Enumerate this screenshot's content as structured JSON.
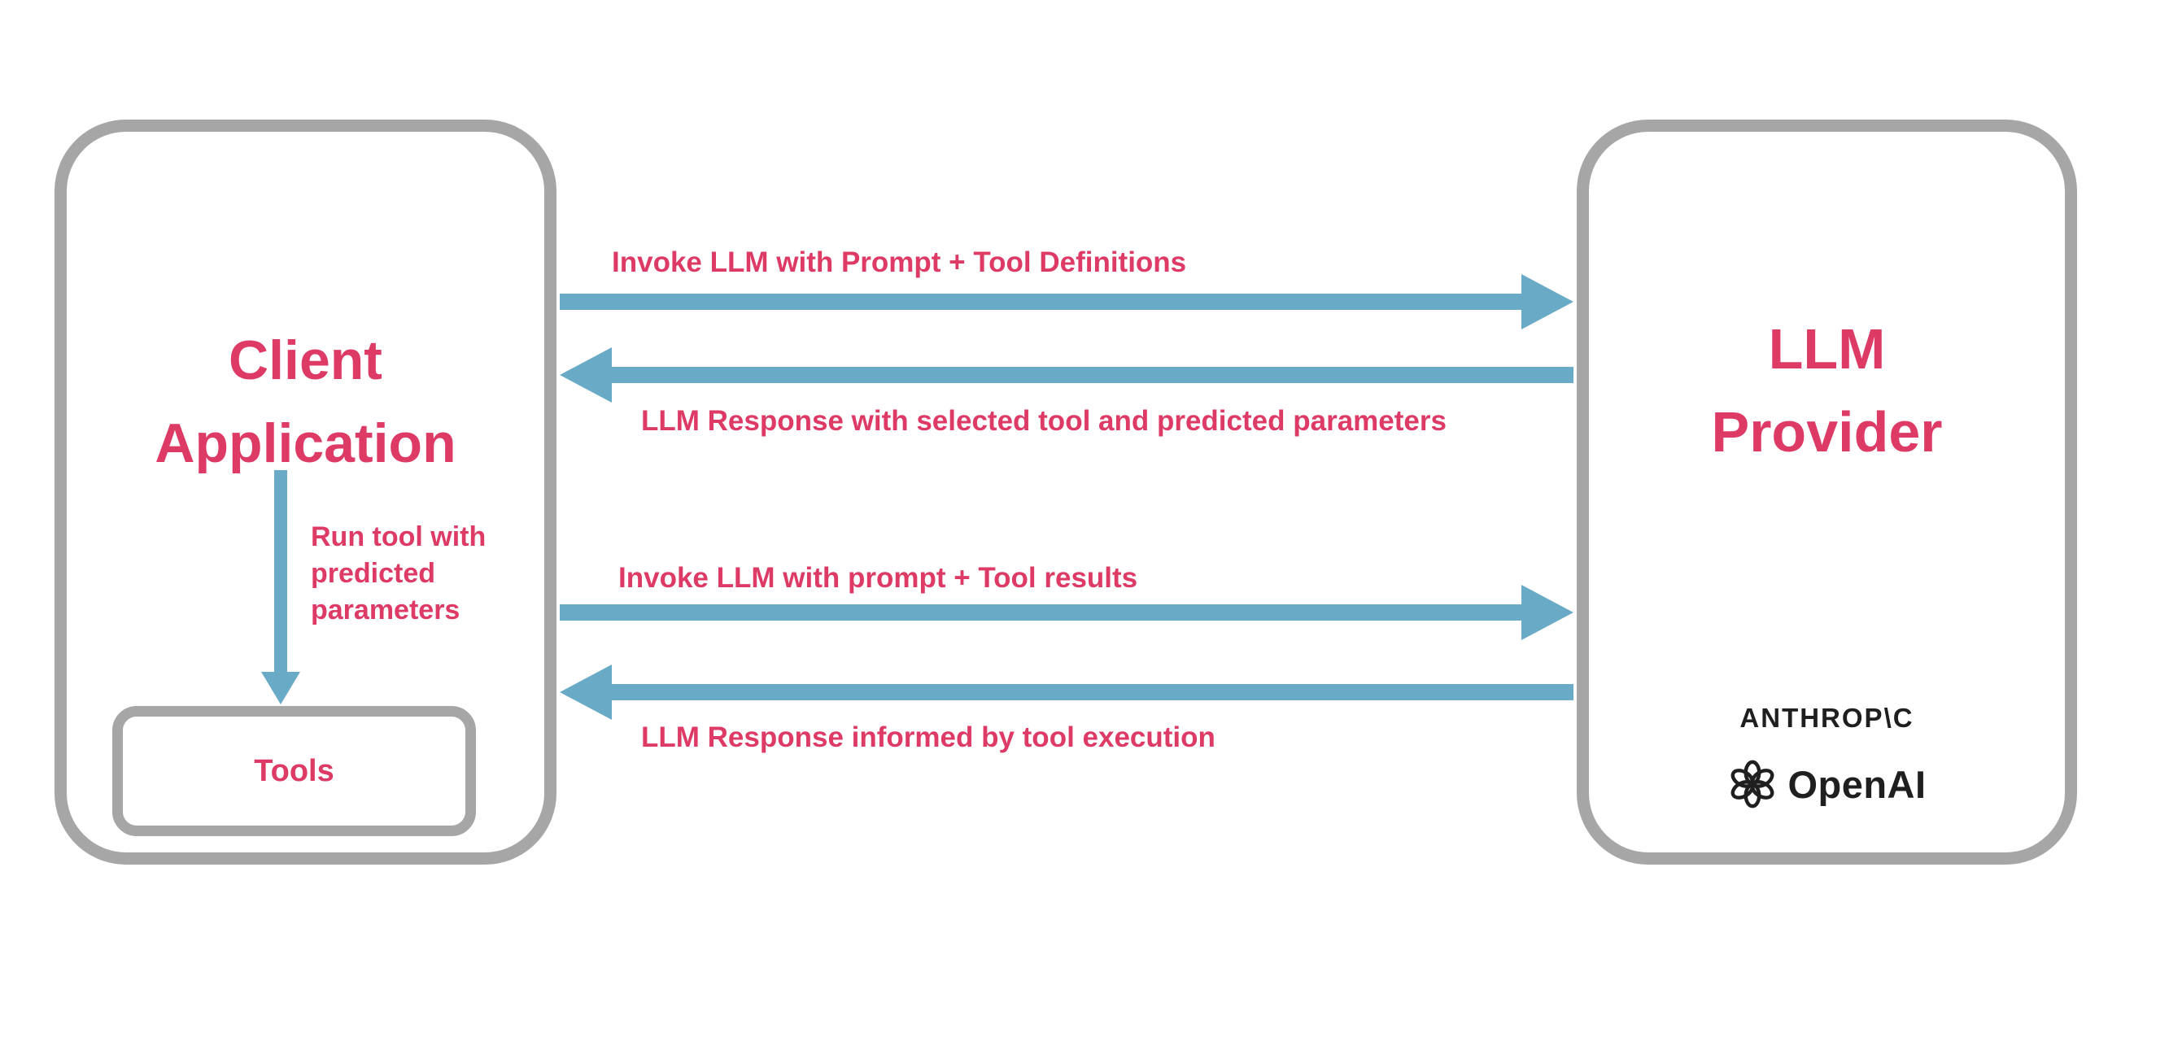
{
  "colors": {
    "accent_pink": "#dd3a66",
    "arrow_blue": "#69aac6",
    "border_gray": "#a6a6a6",
    "logo_black": "#1f1f1f"
  },
  "icons": {
    "openai": "openai-flower-mark"
  },
  "nodes": {
    "client": {
      "title_lines": [
        "Client",
        "Application"
      ]
    },
    "tools": {
      "label": "Tools"
    },
    "provider": {
      "title_lines": [
        "LLM",
        "Provider"
      ],
      "anthropic_text": "ANTHROP\\C",
      "openai_text": "OpenAI"
    }
  },
  "edges": {
    "invoke_with_definitions": {
      "label": "Invoke LLM with Prompt + Tool Definitions",
      "direction": "right"
    },
    "response_with_selection": {
      "label": "LLM Response with selected tool and predicted parameters",
      "direction": "left"
    },
    "invoke_with_results": {
      "label": "Invoke LLM with prompt + Tool results",
      "direction": "right"
    },
    "response_informed": {
      "label": "LLM Response informed by tool execution",
      "direction": "left"
    },
    "run_tool": {
      "label": "Run tool with predicted parameters",
      "direction": "down"
    }
  }
}
